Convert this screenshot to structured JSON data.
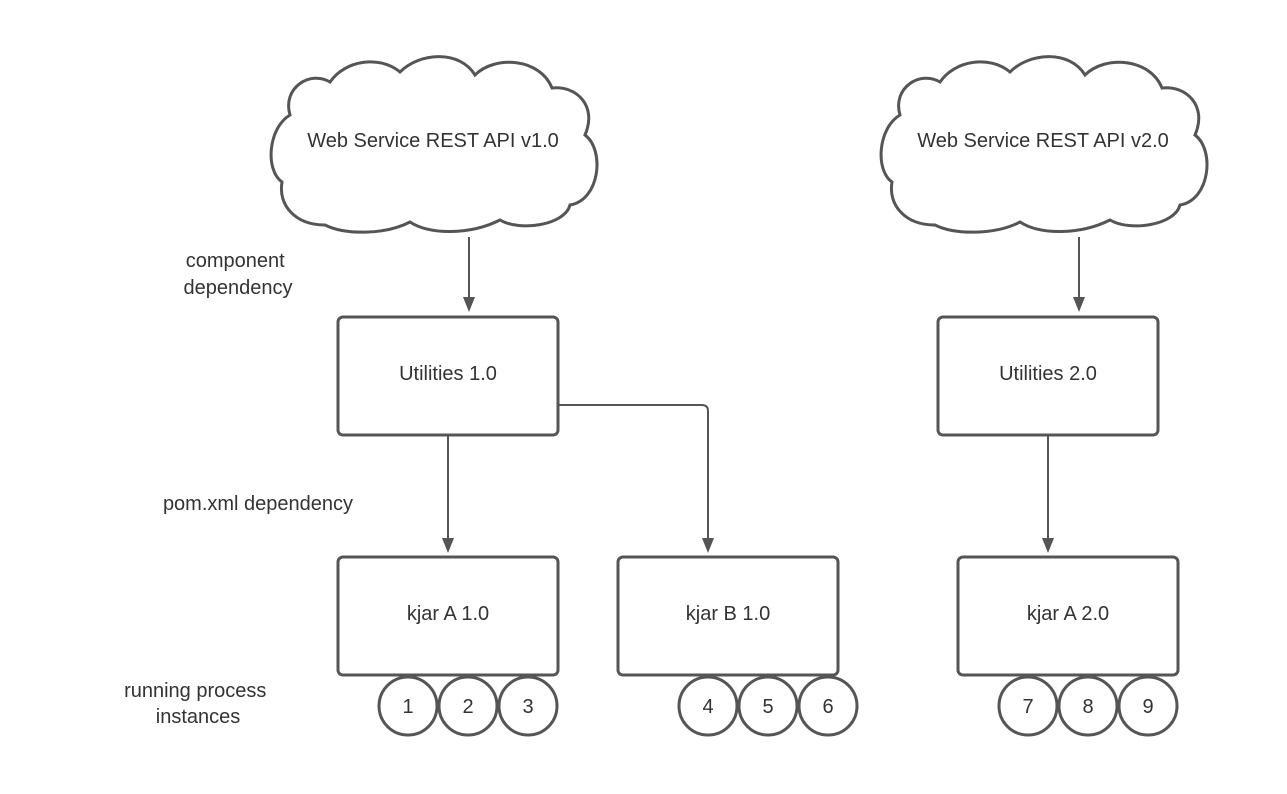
{
  "clouds": {
    "api_v1": "Web Service REST API v1.0",
    "api_v2": "Web Service REST API v2.0"
  },
  "boxes": {
    "utilities_1": "Utilities 1.0",
    "utilities_2": "Utilities 2.0",
    "kjar_a_1": "kjar A 1.0",
    "kjar_b_1": "kjar B 1.0",
    "kjar_a_2": "kjar A 2.0"
  },
  "annotations": {
    "component_dependency": [
      "component",
      "dependency"
    ],
    "pom_dependency": "pom.xml dependency",
    "running_instances": [
      "running process",
      "instances"
    ]
  },
  "instances": [
    "1",
    "2",
    "3",
    "4",
    "5",
    "6",
    "7",
    "8",
    "9"
  ]
}
